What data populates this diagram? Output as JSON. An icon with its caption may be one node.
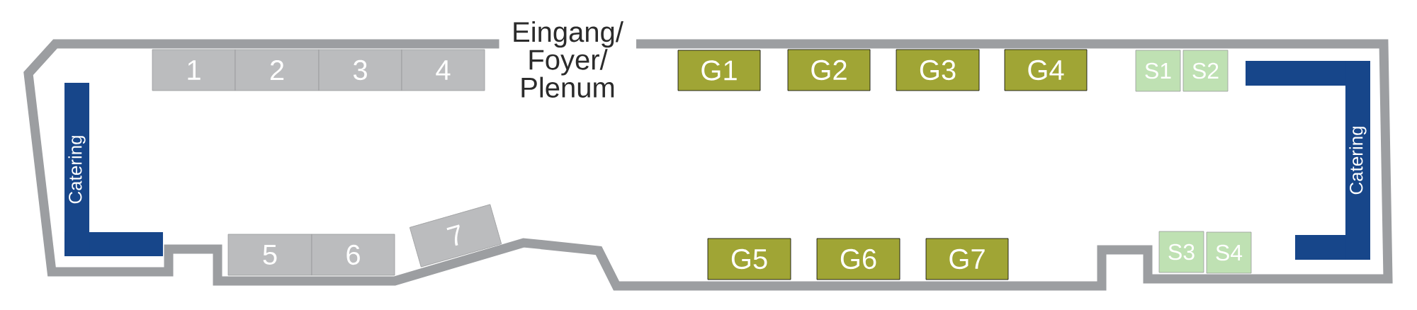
{
  "diagram": {
    "nodes": [
      {
        "text": [
          "Catering"
        ]
      },
      {
        "text": [
          "1"
        ]
      },
      {
        "text": [
          "2"
        ]
      },
      {
        "text": [
          "3"
        ]
      },
      {
        "text": [
          "4"
        ]
      },
      {
        "text": [
          "G1"
        ]
      },
      {
        "text": [
          "G2"
        ]
      },
      {
        "text": [
          "G3"
        ]
      },
      {
        "text": [
          "G4"
        ]
      },
      {
        "text": [
          "S1"
        ]
      },
      {
        "text": [
          "S2"
        ]
      },
      {
        "text": [
          "Catering"
        ]
      },
      {
        "text": [
          "7"
        ]
      },
      {
        "text": [
          "5"
        ]
      },
      {
        "text": [
          "6"
        ]
      },
      {
        "text": [
          "G5"
        ]
      },
      {
        "text": [
          "G6"
        ]
      },
      {
        "text": [
          "G7"
        ]
      },
      {
        "text": [
          "S3"
        ]
      },
      {
        "text": [
          "S4"
        ]
      }
    ],
    "labels": [
      "Eingang/ Foyer/ Plenum"
    ]
  }
}
